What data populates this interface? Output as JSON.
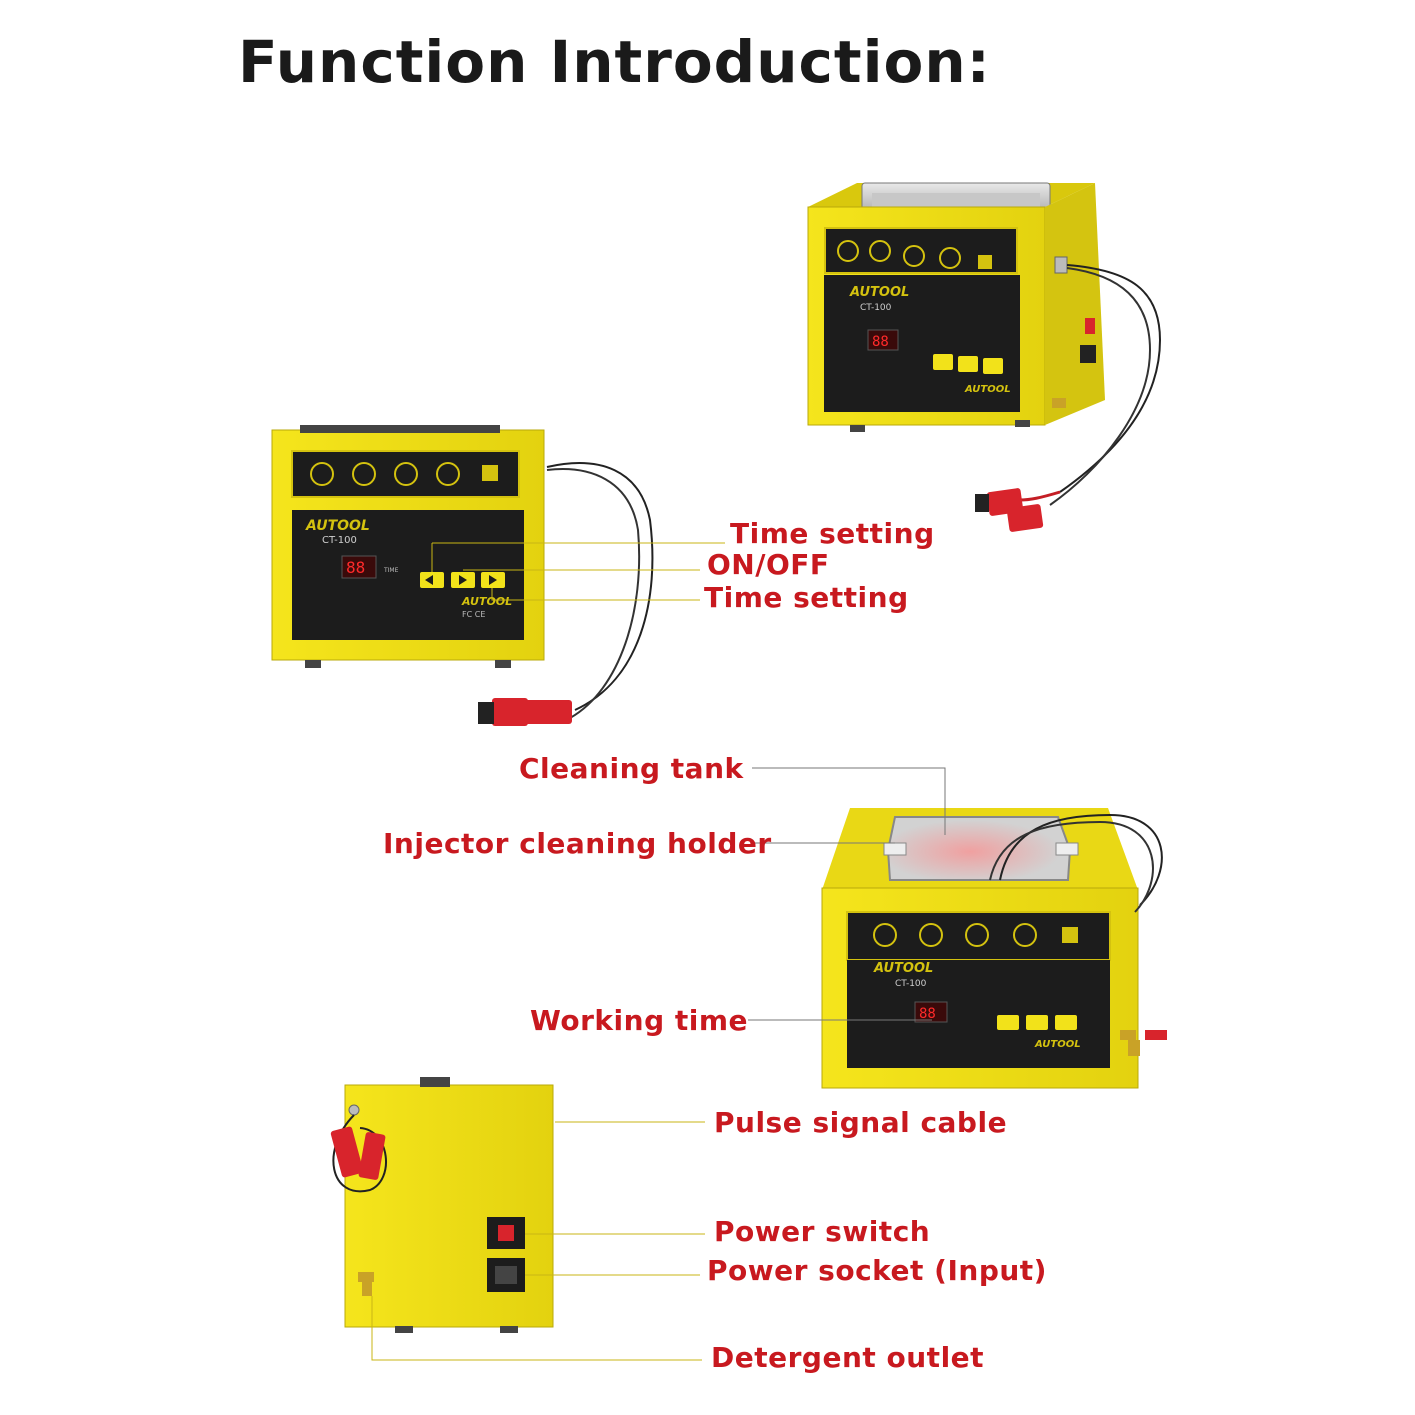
{
  "title": "Function Introduction:",
  "brand": "AUTOOL",
  "model": "CT-100",
  "display": "88",
  "time_label": "TIME",
  "cert_marks": "FC CE",
  "labels": {
    "time_setting_1": "Time setting",
    "on_off": "ON/OFF",
    "time_setting_2": "Time setting",
    "cleaning_tank": "Cleaning tank",
    "injector_holder": "Injector cleaning holder",
    "working_time": "Working time",
    "pulse_cable": "Pulse signal cable",
    "power_switch": "Power switch",
    "power_socket": "Power socket (Input)",
    "detergent_outlet": "Detergent outlet"
  },
  "colors": {
    "title": "#1a1a1a",
    "label": "#c8191f",
    "body_yellow": "#f2e21a",
    "panel_black": "#1c1c1c",
    "leader_line_yellow": "#e8d21a",
    "leader_line_grey": "#777777",
    "clip_red": "#d8242c"
  }
}
